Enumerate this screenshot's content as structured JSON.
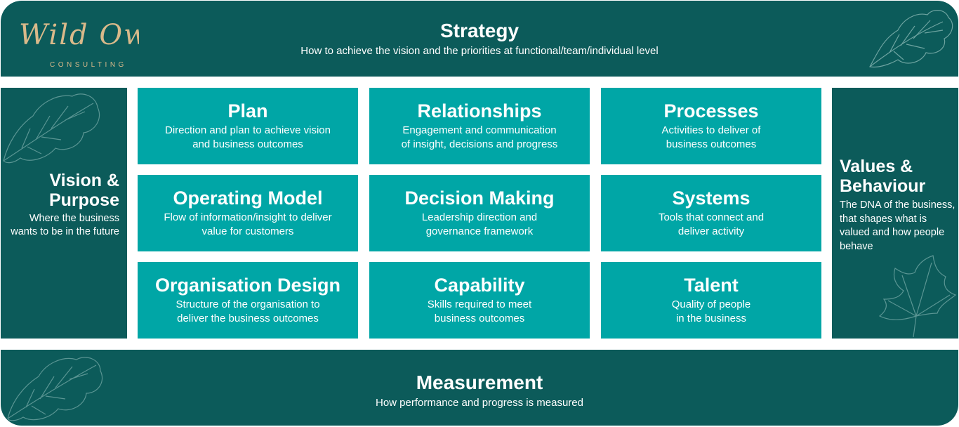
{
  "logo": {
    "script": "Wild Owl",
    "tagline": "CONSULTING",
    "color": "#d9b98a"
  },
  "strategy": {
    "title": "Strategy",
    "subtitle": "How to achieve the vision and the priorities at functional/team/individual level"
  },
  "measurement": {
    "title": "Measurement",
    "subtitle": "How performance and progress is measured"
  },
  "vision": {
    "title": "Vision & Purpose",
    "description": "Where the business wants to be in the future"
  },
  "values": {
    "title": "Values & Behaviour",
    "description": "The DNA of the business, that shapes what is valued and how people behave"
  },
  "grid": [
    {
      "title": "Plan",
      "description": "Direction and plan to achieve vision\nand business outcomes"
    },
    {
      "title": "Relationships",
      "description": "Engagement and communication\nof insight, decisions and progress"
    },
    {
      "title": "Processes",
      "description": "Activities to deliver of\nbusiness outcomes"
    },
    {
      "title": "Operating Model",
      "description": "Flow of information/insight to deliver\nvalue for customers"
    },
    {
      "title": "Decision Making",
      "description": "Leadership direction and\ngovernance framework"
    },
    {
      "title": "Systems",
      "description": "Tools that connect and\ndeliver activity"
    },
    {
      "title": "Organisation Design",
      "description": "Structure of the organisation to\ndeliver the business outcomes"
    },
    {
      "title": "Capability",
      "description": "Skills required to meet\nbusiness outcomes"
    },
    {
      "title": "Talent",
      "description": "Quality of people\nin the business"
    }
  ],
  "colors": {
    "dark_teal": "#0c5b5a",
    "bright_teal": "#00a6a6",
    "text": "#ffffff",
    "leaf_outline": "#8fbcb9"
  },
  "icons": [
    "oak-leaf-icon",
    "maple-leaf-icon",
    "owl-logo"
  ]
}
